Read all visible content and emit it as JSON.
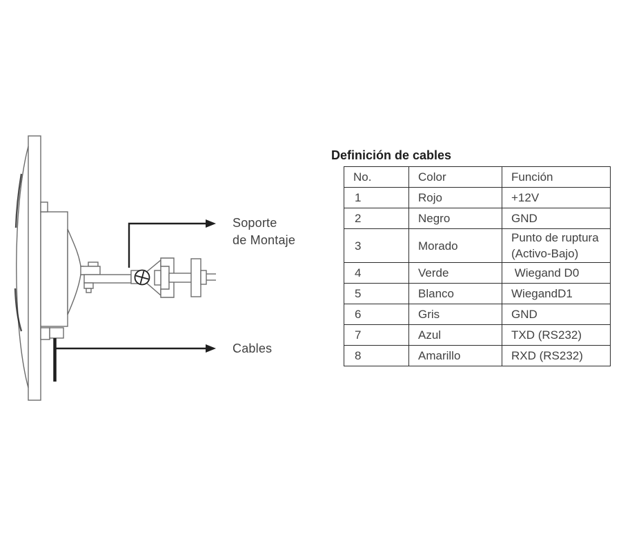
{
  "diagram": {
    "labels": {
      "bracket_line1": "Soporte",
      "bracket_line2": "de Montaje",
      "cables": "Cables"
    }
  },
  "table": {
    "title": "Definición de cables",
    "headers": [
      "No.",
      "Color",
      "Función"
    ],
    "rows": [
      [
        "1",
        "Rojo",
        "+12V"
      ],
      [
        "2",
        "Negro",
        "GND"
      ],
      [
        "3",
        "Morado",
        "Punto de ruptura (Activo-Bajo)"
      ],
      [
        "4",
        "Verde",
        " Wiegand D0"
      ],
      [
        "5",
        "Blanco",
        "WiegandD1"
      ],
      [
        "6",
        "Gris",
        "GND"
      ],
      [
        "7",
        "Azul",
        "TXD (RS232)"
      ],
      [
        "8",
        "Amarillo",
        "RXD (RS232)"
      ]
    ]
  },
  "colors": {
    "line_gray": "#6b6b6b",
    "ink": "#1f1f1f",
    "table_border": "#2b2b2b",
    "text_gray": "#414141",
    "title_text": "#1c1c1c"
  }
}
